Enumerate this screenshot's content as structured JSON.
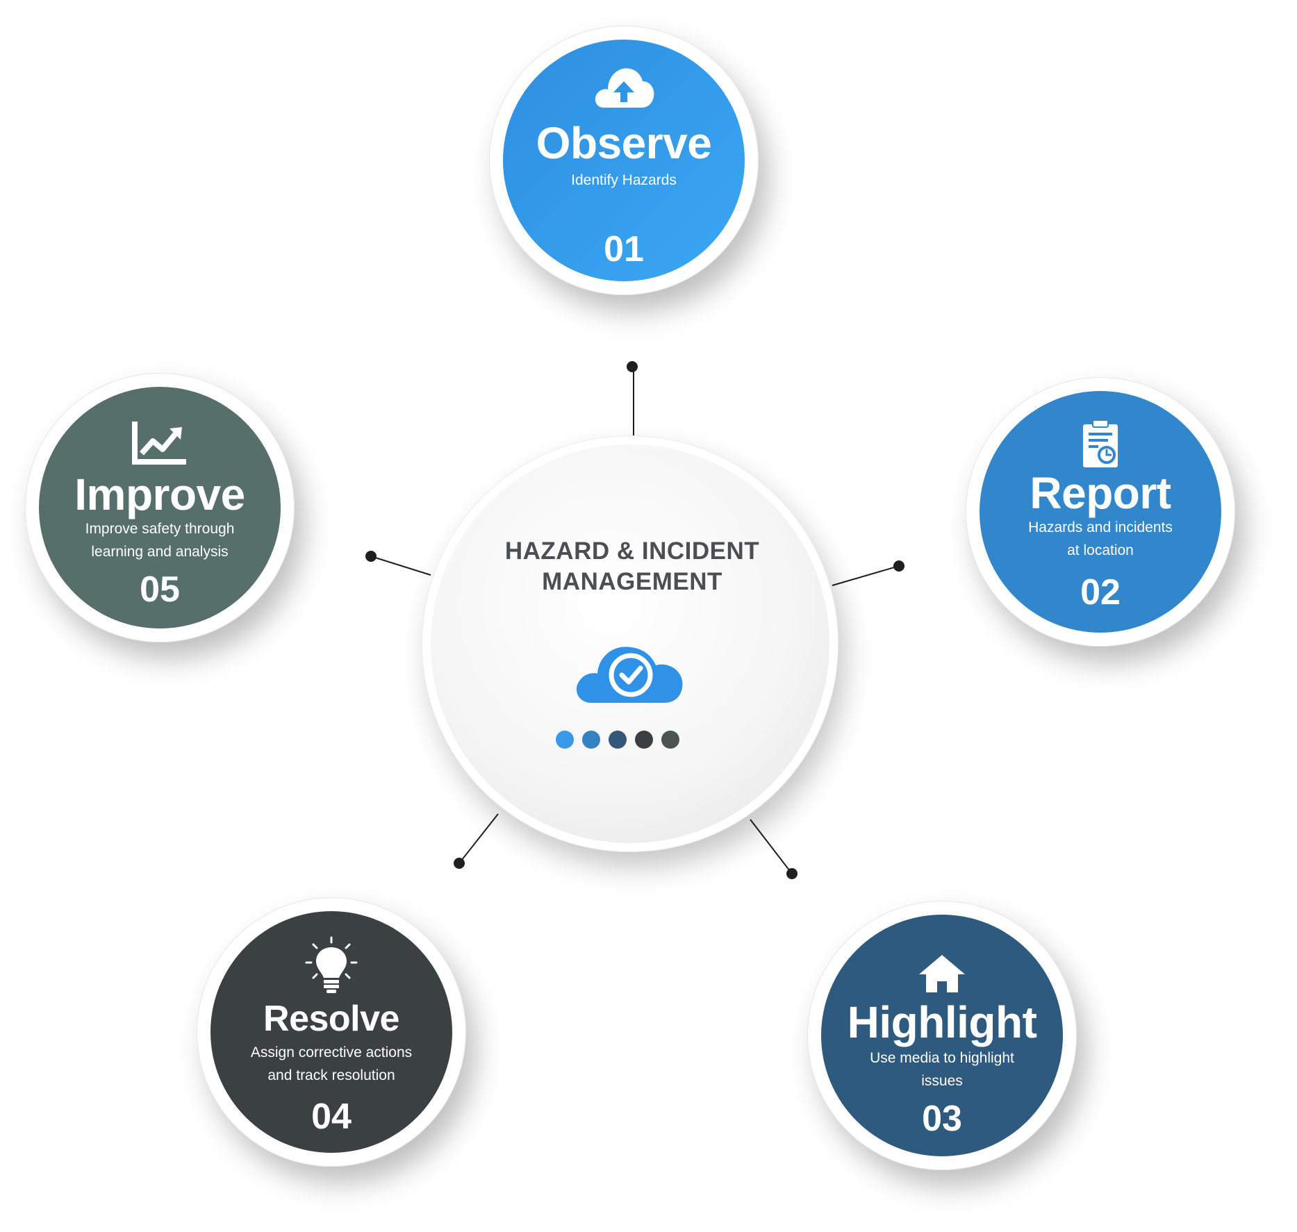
{
  "hub": {
    "title_line1": "HAZARD & INCIDENT",
    "title_line2": "MANAGEMENT",
    "icon": "cloud-check-icon",
    "dot_colors": [
      "#3a9ae8",
      "#3482c4",
      "#34587a",
      "#3b3f41",
      "#4a5451"
    ]
  },
  "steps": [
    {
      "id": "observe",
      "title": "Observe",
      "description": "Identify Hazards",
      "number": "01",
      "icon": "cloud-upload-icon",
      "color": "#2f96e6"
    },
    {
      "id": "report",
      "title": "Report",
      "description_line1": "Hazards and incidents",
      "description_line2": "at location",
      "number": "02",
      "icon": "clipboard-report-icon",
      "color": "#3287cc"
    },
    {
      "id": "highlight",
      "title": "Highlight",
      "description_line1": "Use media to highlight",
      "description_line2": "issues",
      "number": "03",
      "icon": "home-icon",
      "color": "#2d5a7e"
    },
    {
      "id": "resolve",
      "title": "Resolve",
      "description_line1": "Assign corrective actions",
      "description_line2": "and track resolution",
      "number": "04",
      "icon": "lightbulb-icon",
      "color": "#3b4042"
    },
    {
      "id": "improve",
      "title": "Improve",
      "description_line1": "Improve safety through",
      "description_line2": "learning and analysis",
      "number": "05",
      "icon": "trend-chart-icon",
      "color": "#566f6a"
    }
  ]
}
